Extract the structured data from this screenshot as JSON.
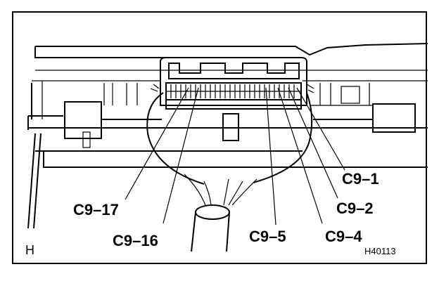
{
  "labels": {
    "c9_1": "C9–1",
    "c9_2": "C9–2",
    "c9_4": "C9–4",
    "c9_5": "C9–5",
    "c9_16": "C9–16",
    "c9_17": "C9–17"
  },
  "view_letter": "H",
  "figure_id": "H40113"
}
